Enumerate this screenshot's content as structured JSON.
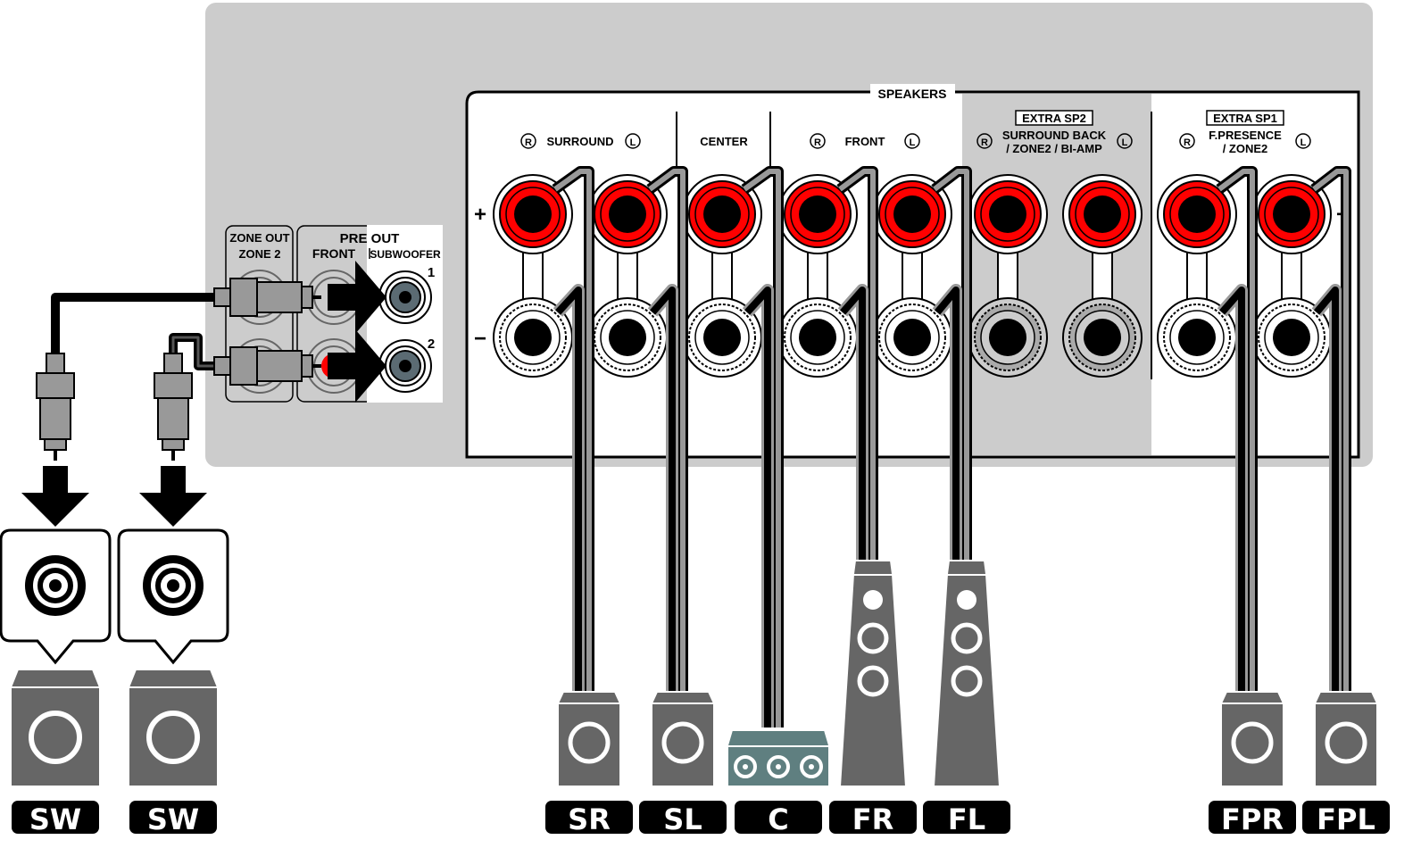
{
  "panel": {
    "speakers_title": "SPEAKERS",
    "groups": [
      {
        "left": "R",
        "name": "SURROUND",
        "right": "L"
      },
      {
        "name": "CENTER"
      },
      {
        "left": "R",
        "name": "FRONT",
        "right": "L"
      },
      {
        "tag": "EXTRA SP2",
        "left": "R",
        "name": "SURROUND BACK",
        "name2": "/ ZONE2 / BI-AMP",
        "right": "L"
      },
      {
        "tag": "EXTRA SP1",
        "left": "R",
        "name": "F.PRESENCE",
        "name2": "/ ZONE2",
        "right": "L"
      }
    ],
    "plus": "+",
    "minus": "−"
  },
  "preout": {
    "zone_out": "ZONE OUT",
    "zone2": "ZONE 2",
    "pre_out": "PRE OUT",
    "front": "FRONT",
    "subwoofer": "SUBWOOFER",
    "jack1": "1",
    "jack2": "2"
  },
  "speakers": [
    {
      "label": "SR"
    },
    {
      "label": "SL"
    },
    {
      "label": "C"
    },
    {
      "label": "FR"
    },
    {
      "label": "FL"
    },
    {
      "label": "FPR"
    },
    {
      "label": "FPL"
    }
  ],
  "subwoofers": [
    {
      "label": "SW"
    },
    {
      "label": "SW"
    }
  ],
  "colors": {
    "panel": "#cccccc",
    "terminal_red": "#ff0000",
    "center_speaker": "#5f7f80",
    "speaker": "#666666",
    "jack": "#5b6b73"
  }
}
